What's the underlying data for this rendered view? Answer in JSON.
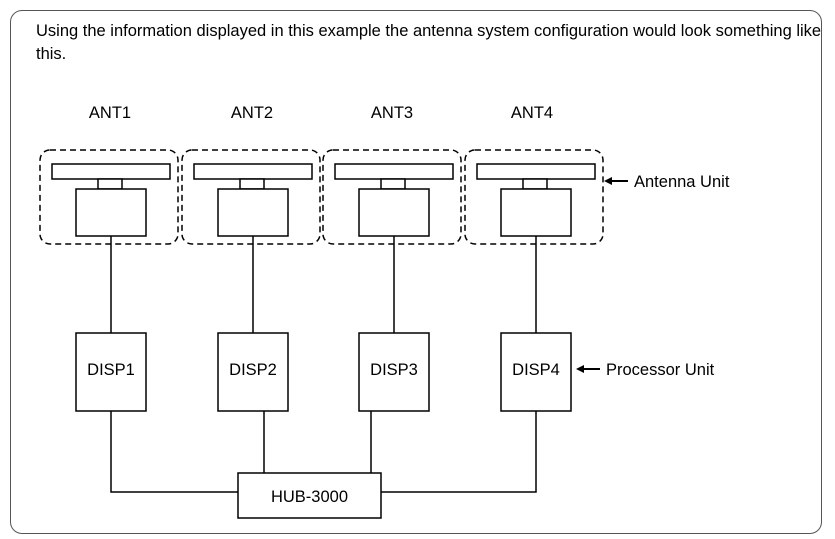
{
  "intro_text": "Using the information displayed in this example the antenna system configuration would look something like this.",
  "antennas": [
    {
      "label": "ANT1"
    },
    {
      "label": "ANT2"
    },
    {
      "label": "ANT3"
    },
    {
      "label": "ANT4"
    }
  ],
  "processors": [
    {
      "label": "DISP1"
    },
    {
      "label": "DISP2"
    },
    {
      "label": "DISP3"
    },
    {
      "label": "DISP4"
    }
  ],
  "hub_label": "HUB-3000",
  "antenna_unit_label": "Antenna Unit",
  "processor_unit_label": "Processor Unit",
  "line_color": "#000000"
}
